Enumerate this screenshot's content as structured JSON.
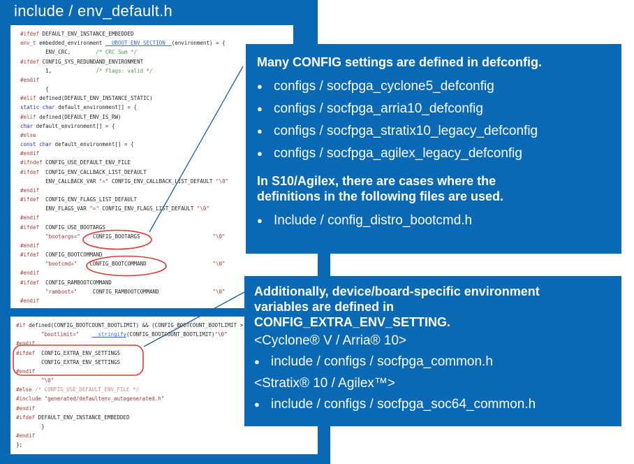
{
  "window": {
    "title": "include / env_default.h"
  },
  "colors": {
    "accent_blue": "#0a69b4",
    "highlight_red": "#e0392e",
    "connector_blue": "#1f5c99",
    "code_directive": "#a63d38",
    "code_keyword": "#2929d0",
    "code_string": "#9c3636",
    "code_comment": "#4c9a4c",
    "code_comment_gray": "#b98f8a",
    "code_function": "#3a6bd0",
    "code_plain": "#262626"
  },
  "code_block_1": {
    "lines": [
      [
        [
          "d",
          "#ifdef"
        ],
        [
          "p",
          " DEFAULT_ENV_INSTANCE_EMBEDDED"
        ]
      ],
      [
        [
          "d",
          "env_t"
        ],
        [
          "p",
          " embedded_environment "
        ],
        [
          "f",
          "__UBOOT_ENV_SECTION__"
        ],
        [
          "p",
          "(environment) = {"
        ]
      ],
      [
        [
          "p",
          "        ENV_CRC,        "
        ],
        [
          "c",
          "/* CRC Sum */"
        ]
      ],
      [
        [
          "d",
          "#ifdef"
        ],
        [
          "p",
          " CONFIG_SYS_REDUNDAND_ENVIRONMENT"
        ]
      ],
      [
        [
          "p",
          "        1,              "
        ],
        [
          "c",
          "/* Flags: valid */"
        ]
      ],
      [
        [
          "d",
          "#endif"
        ]
      ],
      [
        [
          "p",
          "        {"
        ]
      ],
      [
        [
          "d",
          "#elif"
        ],
        [
          "p",
          " defined(DEFAULT_ENV_INSTANCE_STATIC)"
        ]
      ],
      [
        [
          "k",
          "static"
        ],
        [
          "p",
          " "
        ],
        [
          "k",
          "char"
        ],
        [
          "p",
          " default_environment[] = {"
        ]
      ],
      [
        [
          "d",
          "#elif"
        ],
        [
          "p",
          " defined(DEFAULT_ENV_IS_RW)"
        ]
      ],
      [
        [
          "k",
          "char"
        ],
        [
          "p",
          " default_environment[] = {"
        ]
      ],
      [
        [
          "d",
          "#else"
        ]
      ],
      [
        [
          "k",
          "const"
        ],
        [
          "p",
          " "
        ],
        [
          "k",
          "char"
        ],
        [
          "p",
          " default_environment[] = {"
        ]
      ],
      [
        [
          "d",
          "#endif"
        ]
      ],
      [
        [
          "d",
          "#ifndef"
        ],
        [
          "p",
          " CONFIG_USE_DEFAULT_ENV_FILE"
        ]
      ],
      [
        [
          "d",
          "#ifdef"
        ],
        [
          "p",
          "  CONFIG_ENV_CALLBACK_LIST_DEFAULT"
        ]
      ],
      [
        [
          "p",
          "        ENV_CALLBACK_VAR "
        ],
        [
          "s",
          "\"=\""
        ],
        [
          "p",
          " CONFIG_ENV_CALLBACK_LIST_DEFAULT "
        ],
        [
          "s",
          "\"\\0\""
        ]
      ],
      [
        [
          "d",
          "#endif"
        ]
      ],
      [
        [
          "d",
          "#ifdef"
        ],
        [
          "p",
          "  CONFIG_ENV_FLAGS_LIST_DEFAULT"
        ]
      ],
      [
        [
          "p",
          "        ENV_FLAGS_VAR "
        ],
        [
          "s",
          "\"=\""
        ],
        [
          "p",
          " CONFIG_ENV_FLAGS_LIST_DEFAULT "
        ],
        [
          "s",
          "\"\\0\""
        ]
      ],
      [
        [
          "d",
          "#endif"
        ]
      ],
      [
        [
          "d",
          "#ifdef"
        ],
        [
          "p",
          "  CONFIG_USE_BOOTARGS"
        ]
      ],
      [
        [
          "p",
          "        "
        ],
        [
          "s",
          "\"bootargs=\""
        ],
        [
          "p",
          "    CONFIG_BOOTARGS                       "
        ],
        [
          "s",
          "\"\\0\""
        ]
      ],
      [
        [
          "d",
          "#endif"
        ]
      ],
      [
        [
          "d",
          "#ifdef"
        ],
        [
          "p",
          "  CONFIG_BOOTCOMMAND"
        ]
      ],
      [
        [
          "p",
          "        "
        ],
        [
          "s",
          "\"bootcmd=\""
        ],
        [
          "p",
          "    CONFIG_BOOTCOMMAND                     "
        ],
        [
          "s",
          "\"\\0\""
        ]
      ],
      [
        [
          "d",
          "#endif"
        ]
      ],
      [
        [
          "d",
          "#ifdef"
        ],
        [
          "p",
          "  CONFIG_RAMBOOTCOMMAND"
        ]
      ],
      [
        [
          "p",
          "        "
        ],
        [
          "s",
          "\"ramboot=\""
        ],
        [
          "p",
          "     CONFIG_RAMBOOTCOMMAND                 "
        ],
        [
          "s",
          "\"\\0\""
        ]
      ],
      [
        [
          "d",
          "#endif"
        ]
      ]
    ]
  },
  "code_block_2": {
    "lines": [
      [
        [
          "d",
          "#if"
        ],
        [
          "p",
          " defined(CONFIG_BOOTCOUNT_BOOTLIMIT) && (CONFIG_BOOTCOUNT_BOOTLIMIT >"
        ]
      ],
      [
        [
          "p",
          "        "
        ],
        [
          "s",
          "\"bootlimit=\""
        ],
        [
          "p",
          "    "
        ],
        [
          "f",
          "__stringify"
        ],
        [
          "p",
          "(CONFIG_BOOTCOUNT_BOOTLIMIT)"
        ],
        [
          "s",
          "\"\\0\""
        ]
      ],
      [
        [
          "d",
          "#endif"
        ]
      ],
      [
        [
          "d",
          "#ifdef"
        ],
        [
          "p",
          "  CONFIG_EXTRA_ENV_SETTINGS"
        ]
      ],
      [
        [
          "p",
          "        CONFIG_EXTRA_ENV_SETTINGS"
        ]
      ],
      [
        [
          "d",
          "#endif"
        ]
      ],
      [
        [
          "p",
          "        "
        ],
        [
          "s",
          "\"\\0\""
        ]
      ],
      [
        [
          "d",
          "#else"
        ],
        [
          "p",
          " "
        ],
        [
          "g",
          "/* CONFIG_USE_DEFAULT_ENV_FILE */"
        ]
      ],
      [
        [
          "d",
          "#include"
        ],
        [
          "p",
          " "
        ],
        [
          "s",
          "\"generated/defaultenv_autogenerated.h\""
        ]
      ],
      [
        [
          "d",
          "#endif"
        ]
      ],
      [
        [
          "d",
          "#ifdef"
        ],
        [
          "p",
          " DEFAULT_ENV_INSTANCE_EMBEDDED"
        ]
      ],
      [
        [
          "p",
          "        }"
        ]
      ],
      [
        [
          "d",
          "#endif"
        ]
      ],
      [
        [
          "p",
          "};"
        ]
      ]
    ]
  },
  "note_1": {
    "heading_1": "Many CONFIG settings are defined in defconfig.",
    "bullets_1": [
      "configs / socfpga_cyclone5_defconfig",
      "configs / socfpga_arria10_defconfig",
      "configs / socfpga_stratix10_legacy_defconfig",
      "configs / socfpga_agilex_legacy_defconfig"
    ],
    "heading_2": "In S10/Agilex, there are cases where the\ndefinitions in the following files are used.",
    "bullets_2": [
      "Include / config_distro_bootcmd.h"
    ]
  },
  "note_2": {
    "heading": "Additionally, device/board-specific environment\nvariables are defined in\nCONFIG_EXTRA_ENV_SETTING.",
    "group_1_label": "<Cyclone® V / Arria®  10>",
    "group_1_bullets": [
      "include / configs / socfpga_common.h"
    ],
    "group_2_label": "<Stratix®  10 / Agilex™>",
    "group_2_bullets": [
      "include / configs / socfpga_soc64_common.h"
    ]
  },
  "glyphs": {
    "bullet": "●"
  }
}
